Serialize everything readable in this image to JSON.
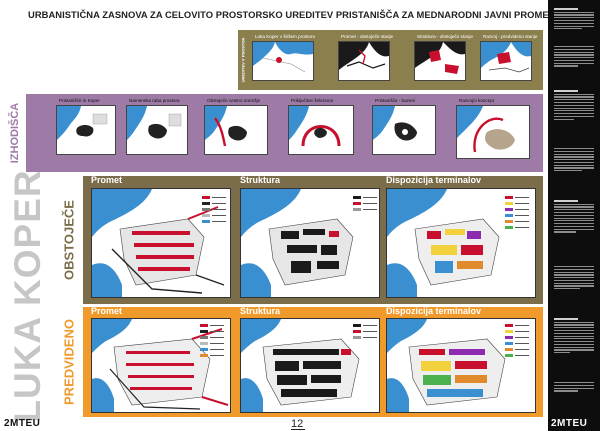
{
  "title": "URBANISTIČNA ZASNOVA ZA CELOVITO PROSTORSKO UREDITEV PRISTANIŠČA ZA MEDNARODNI JAVNI PROMET V KOPRU",
  "side_titles": {
    "main": "LUKA KOPER",
    "izhodisca": "IZHODIŠČA",
    "obstojece": "OBSTOJEČE",
    "predvideno": "PREDVIDENO",
    "urejanje": "UREDITEV V PROSTOR"
  },
  "top_band": {
    "captions": [
      "Luka Koper v širšem prostoru",
      "Promet - obstoječe stanje",
      "Struktura - obstoječe stanje",
      "Razvoj - predvideno stanje"
    ]
  },
  "purple_band": {
    "captions": [
      "Pristanišče in Koper",
      "Namenska raba prostora",
      "Obstoječe cestno omrežje",
      "Priključitve železnice",
      "Pristanišče - bazeni",
      "Razvojni koncept"
    ]
  },
  "sections": {
    "existing": {
      "headers": [
        "Promet",
        "Struktura",
        "Dispozicija terminalov"
      ]
    },
    "planned": {
      "headers": [
        "Promet",
        "Struktura",
        "Dispozicija terminalov"
      ]
    }
  },
  "footer": {
    "logo_left": "2MTEU",
    "logo_right": "2MTEU",
    "page_number": "12"
  },
  "colors": {
    "top_band": "#8b7f4e",
    "purple_band": "#9e7aa6",
    "olive_band": "#7b6c4a",
    "orange_band": "#f19a2c",
    "sea": "#3a8fd0",
    "accent_red": "#c8102e",
    "sidebar": "#0d0d0d"
  }
}
